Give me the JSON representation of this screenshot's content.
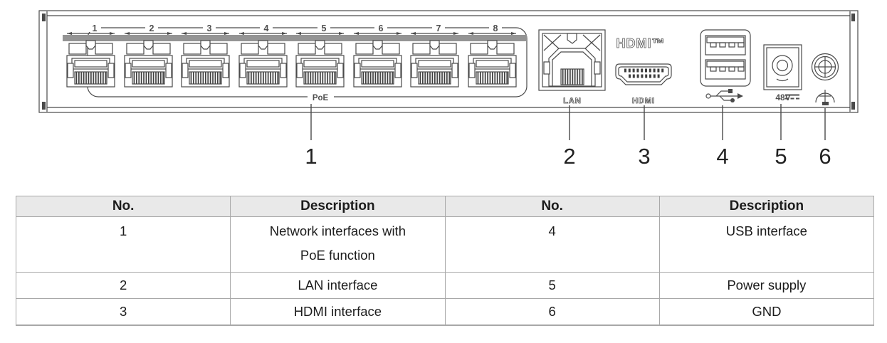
{
  "diagram": {
    "port_numbers": [
      "1",
      "2",
      "3",
      "4",
      "5",
      "6",
      "7",
      "8"
    ],
    "poe_label": "PoE",
    "lan_label": "LAN",
    "hdmi_logo": "HDMI™",
    "hdmi_port_label": "HDMI",
    "power_label": "48V",
    "callouts": [
      "1",
      "2",
      "3",
      "4",
      "5",
      "6"
    ],
    "icons": {
      "usb": "usb-trident-icon",
      "dc": "dc-voltage-icon",
      "ground": "ground-icon",
      "gnd_screw": "screw-head-icon"
    }
  },
  "table": {
    "headers": [
      "No.",
      "Description",
      "No.",
      "Description"
    ],
    "rows": [
      [
        "1",
        "Network interfaces with\nPoE function",
        "4",
        "USB interface"
      ],
      [
        "2",
        "LAN interface",
        "5",
        "Power supply"
      ],
      [
        "3",
        "HDMI interface",
        "6",
        "GND"
      ]
    ]
  },
  "colors": {
    "line": "#4a4a4a",
    "band": "#949494",
    "table_border": "#a8a8a8",
    "header_bg": "#e9e9e9",
    "text": "#1c1c1c"
  }
}
